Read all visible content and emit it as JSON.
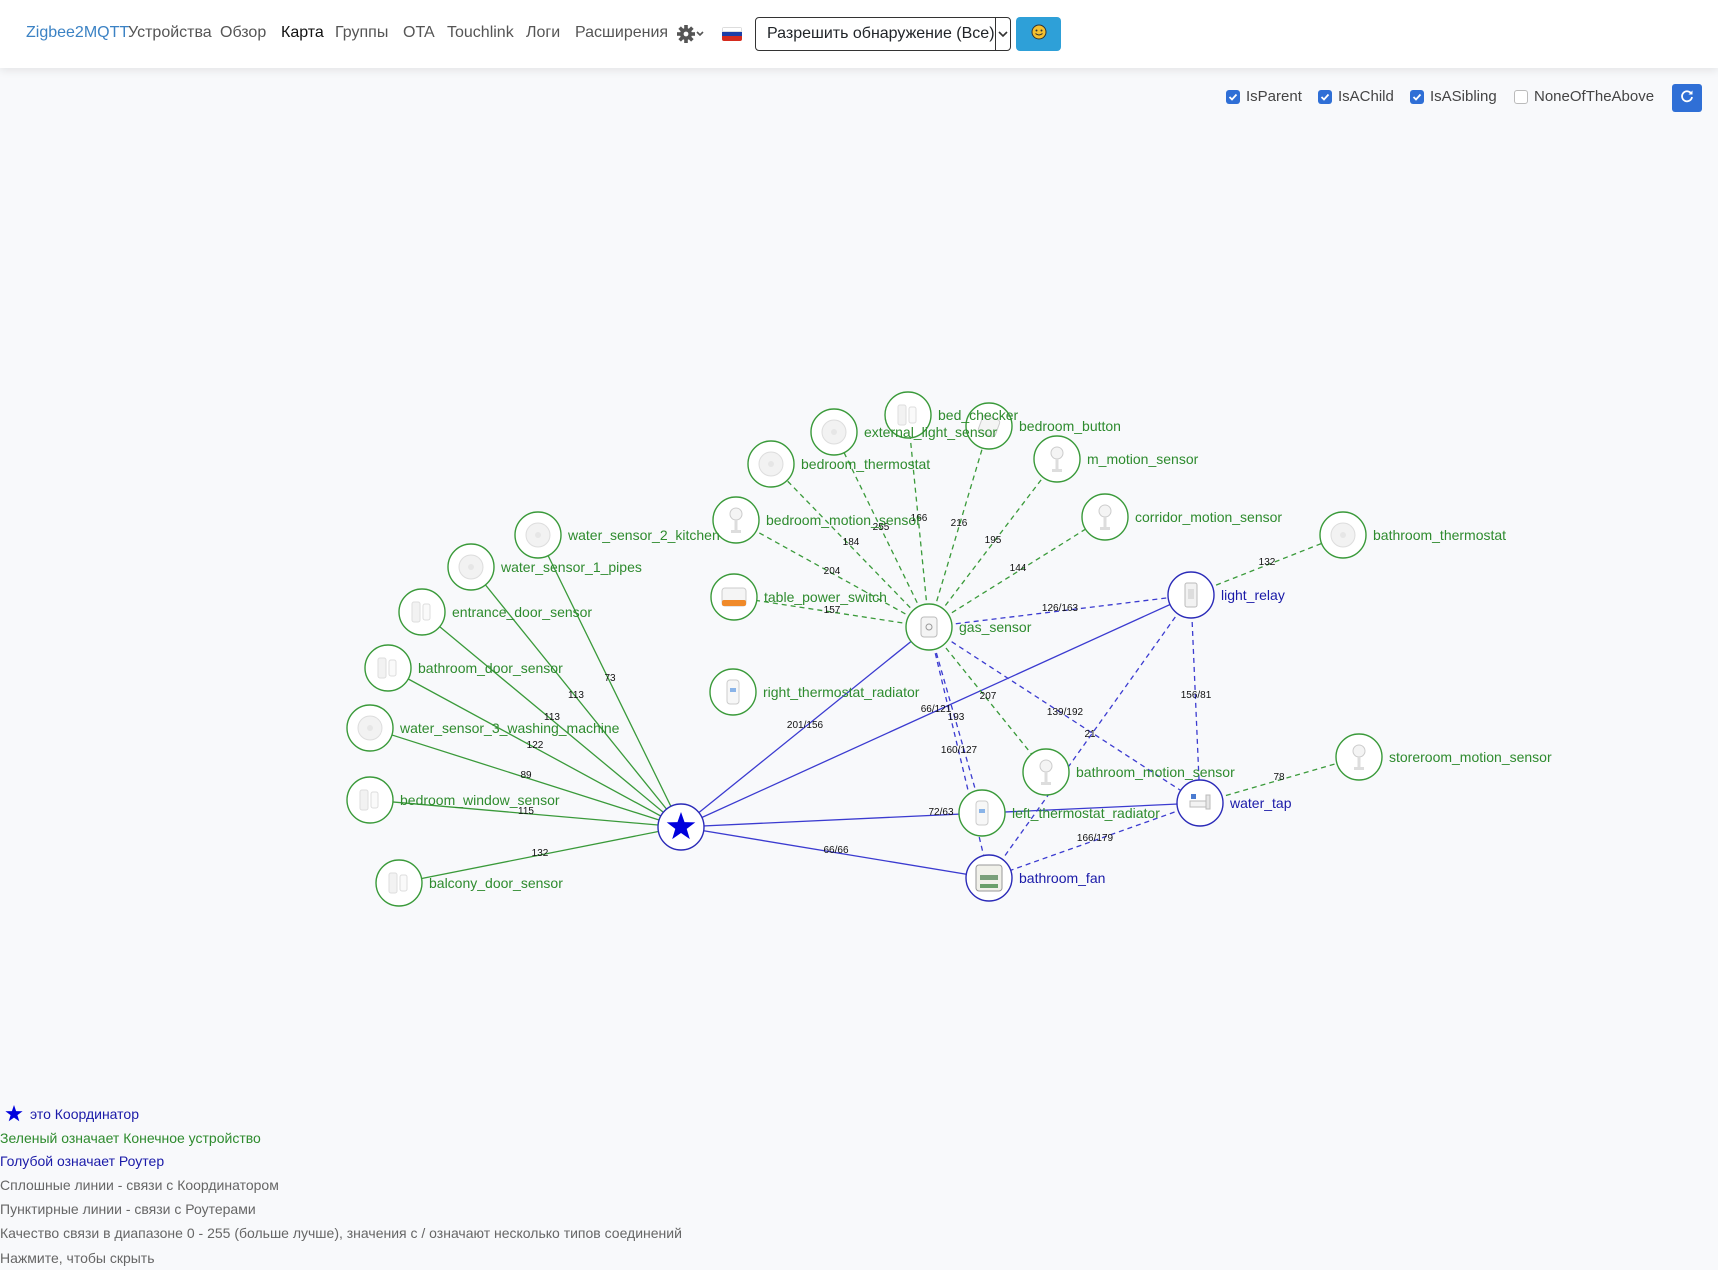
{
  "navbar": {
    "brand": "Zigbee2MQTT",
    "items": [
      "Устройства",
      "Обзор",
      "Карта",
      "Группы",
      "OTA",
      "Touchlink",
      "Логи",
      "Расширения"
    ],
    "active_item": "Карта",
    "settings_icon": "gear-icon",
    "language_flag": "russian-flag-icon",
    "permit_join_label": "Разрешить обнаружение (Все)",
    "permit_caret_icon": "chevron-down-icon",
    "theme_icon": "smiley-icon"
  },
  "filters": [
    {
      "label": "IsParent",
      "checked": true
    },
    {
      "label": "IsAChild",
      "checked": true
    },
    {
      "label": "IsASibling",
      "checked": true
    },
    {
      "label": "NoneOfTheAbove",
      "checked": false
    }
  ],
  "refresh_icon": "refresh-icon",
  "colors": {
    "end_device": "#2e8b2e",
    "router": "#1a1aa8",
    "coordinator": "#0000dd"
  },
  "map": {
    "nodes": [
      {
        "id": "coord",
        "label": "",
        "kind": "coordinator",
        "icon": "star-icon"
      },
      {
        "id": "gas_sensor",
        "label": "gas_sensor",
        "kind": "end",
        "icon": "sensor-icon"
      },
      {
        "id": "light_relay",
        "label": "light_relay",
        "kind": "router",
        "icon": "relay-icon"
      },
      {
        "id": "water_tap",
        "label": "water_tap",
        "kind": "router",
        "icon": "tap-icon"
      },
      {
        "id": "bathroom_fan",
        "label": "bathroom_fan",
        "kind": "router",
        "icon": "fan-module-icon"
      },
      {
        "id": "left_thermostat_radiator",
        "label": "left_thermostat_radiator",
        "kind": "end",
        "icon": "radiator-icon"
      },
      {
        "id": "bathroom_motion_sensor",
        "label": "bathroom_motion_sensor",
        "kind": "end",
        "icon": "motion-icon"
      },
      {
        "id": "storeroom_motion_sensor",
        "label": "storeroom_motion_sensor",
        "kind": "end",
        "icon": "motion-icon"
      },
      {
        "id": "bathroom_thermostat",
        "label": "bathroom_thermostat",
        "kind": "end",
        "icon": "thermostat-icon"
      },
      {
        "id": "corridor_motion_sensor",
        "label": "corridor_motion_sensor",
        "kind": "end",
        "icon": "motion-icon"
      },
      {
        "id": "m_motion_sensor",
        "label": "m_motion_sensor",
        "kind": "end",
        "icon": "motion-icon"
      },
      {
        "id": "bedroom_button",
        "label": "bedroom_button",
        "kind": "end",
        "icon": "button-icon"
      },
      {
        "id": "bed_checker",
        "label": "bed_checker",
        "kind": "end",
        "icon": "door-sensor-icon"
      },
      {
        "id": "external_light_sensor",
        "label": "external_light_sensor",
        "kind": "end",
        "icon": "light-sensor-icon"
      },
      {
        "id": "bedroom_thermostat",
        "label": "bedroom_thermostat",
        "kind": "end",
        "icon": "thermostat-icon"
      },
      {
        "id": "bedroom_motion_sensor",
        "label": "bedroom_motion_sensor",
        "kind": "end",
        "icon": "motion-icon"
      },
      {
        "id": "table_power_switch",
        "label": "table_power_switch",
        "kind": "end",
        "icon": "switch-icon"
      },
      {
        "id": "right_thermostat_radiator",
        "label": "right_thermostat_radiator",
        "kind": "end",
        "icon": "radiator-icon"
      },
      {
        "id": "water_sensor_2_kitchen",
        "label": "water_sensor_2_kitchen",
        "kind": "end",
        "icon": "water-sensor-icon"
      },
      {
        "id": "water_sensor_1_pipes",
        "label": "water_sensor_1_pipes",
        "kind": "end",
        "icon": "water-sensor-icon"
      },
      {
        "id": "entrance_door_sensor",
        "label": "entrance_door_sensor",
        "kind": "end",
        "icon": "door-sensor-icon"
      },
      {
        "id": "bathroom_door_sensor",
        "label": "bathroom_door_sensor",
        "kind": "end",
        "icon": "door-sensor-icon"
      },
      {
        "id": "water_sensor_3_washing_machine",
        "label": "water_sensor_3_washing_machine",
        "kind": "end",
        "icon": "water-sensor-icon"
      },
      {
        "id": "bedroom_window_sensor",
        "label": "bedroom_window_sensor",
        "kind": "end",
        "icon": "door-sensor-icon"
      },
      {
        "id": "balcony_door_sensor",
        "label": "balcony_door_sensor",
        "kind": "end",
        "icon": "door-sensor-icon"
      }
    ],
    "links": [
      {
        "source": "coord",
        "target": "water_sensor_2_kitchen",
        "label": "73",
        "style": "solid",
        "color": "end"
      },
      {
        "source": "coord",
        "target": "water_sensor_1_pipes",
        "label": "113",
        "style": "solid",
        "color": "end"
      },
      {
        "source": "coord",
        "target": "entrance_door_sensor",
        "label": "113",
        "style": "solid",
        "color": "end"
      },
      {
        "source": "coord",
        "target": "bathroom_door_sensor",
        "label": "122",
        "style": "solid",
        "color": "end"
      },
      {
        "source": "coord",
        "target": "water_sensor_3_washing_machine",
        "label": "89",
        "style": "solid",
        "color": "end"
      },
      {
        "source": "coord",
        "target": "bedroom_window_sensor",
        "label": "115",
        "style": "solid",
        "color": "end"
      },
      {
        "source": "coord",
        "target": "balcony_door_sensor",
        "label": "132",
        "style": "solid",
        "color": "end"
      },
      {
        "source": "coord",
        "target": "gas_sensor",
        "label": "201/156",
        "style": "solid",
        "color": "router"
      },
      {
        "source": "coord",
        "target": "light_relay",
        "label": "66/121",
        "style": "solid",
        "color": "router"
      },
      {
        "source": "coord",
        "target": "water_tap",
        "label": "72/63",
        "style": "solid",
        "color": "router"
      },
      {
        "source": "coord",
        "target": "bathroom_fan",
        "label": "66/66",
        "style": "solid",
        "color": "router"
      },
      {
        "source": "gas_sensor",
        "target": "table_power_switch",
        "label": "157",
        "style": "dashed",
        "color": "end"
      },
      {
        "source": "gas_sensor",
        "target": "bedroom_motion_sensor",
        "label": "204",
        "style": "dashed",
        "color": "end"
      },
      {
        "source": "gas_sensor",
        "target": "bedroom_thermostat",
        "label": "184",
        "style": "dashed",
        "color": "end"
      },
      {
        "source": "gas_sensor",
        "target": "external_light_sensor",
        "label": "255",
        "style": "dashed",
        "color": "end"
      },
      {
        "source": "gas_sensor",
        "target": "bed_checker",
        "label": "166",
        "style": "dashed",
        "color": "end"
      },
      {
        "source": "gas_sensor",
        "target": "bedroom_button",
        "label": "216",
        "style": "dashed",
        "color": "end"
      },
      {
        "source": "gas_sensor",
        "target": "m_motion_sensor",
        "label": "195",
        "style": "dashed",
        "color": "end"
      },
      {
        "source": "gas_sensor",
        "target": "corridor_motion_sensor",
        "label": "144",
        "style": "dashed",
        "color": "end"
      },
      {
        "source": "gas_sensor",
        "target": "bathroom_motion_sensor",
        "label": "207",
        "style": "dashed",
        "color": "end"
      },
      {
        "source": "gas_sensor",
        "target": "light_relay",
        "label": "126/163",
        "style": "dashed",
        "color": "router"
      },
      {
        "source": "gas_sensor",
        "target": "water_tap",
        "label": "139/192",
        "style": "dashed",
        "color": "router"
      },
      {
        "source": "gas_sensor",
        "target": "bathroom_fan",
        "label": "160/127",
        "style": "dashed",
        "color": "router"
      },
      {
        "source": "gas_sensor",
        "target": "left_thermostat_radiator",
        "label": "193",
        "style": "dashed",
        "color": "router"
      },
      {
        "source": "light_relay",
        "target": "bathroom_thermostat",
        "label": "132",
        "style": "dashed",
        "color": "end"
      },
      {
        "source": "light_relay",
        "target": "water_tap",
        "label": "156/81",
        "style": "dashed",
        "color": "router"
      },
      {
        "source": "light_relay",
        "target": "bathroom_fan",
        "label": "21",
        "style": "dashed",
        "color": "router"
      },
      {
        "source": "water_tap",
        "target": "storeroom_motion_sensor",
        "label": "78",
        "style": "dashed",
        "color": "end"
      },
      {
        "source": "water_tap",
        "target": "bathroom_fan",
        "label": "166/179",
        "style": "dashed",
        "color": "router"
      }
    ]
  },
  "legend": {
    "coordinator_icon": "star-icon",
    "coordinator": "это Координатор",
    "end_device": "Зеленый означает Конечное устройство",
    "router": "Голубой означает Роутер",
    "solid_lines": "Сплошные линии - связи с Координатором",
    "dashed_lines": "Пунктирные линии - связи с Роутерами",
    "quality": "Качество связи в диапазоне 0 - 255 (больше лучше), значения с / означают несколько типов соединений",
    "hide": "Нажмите, чтобы скрыть"
  }
}
